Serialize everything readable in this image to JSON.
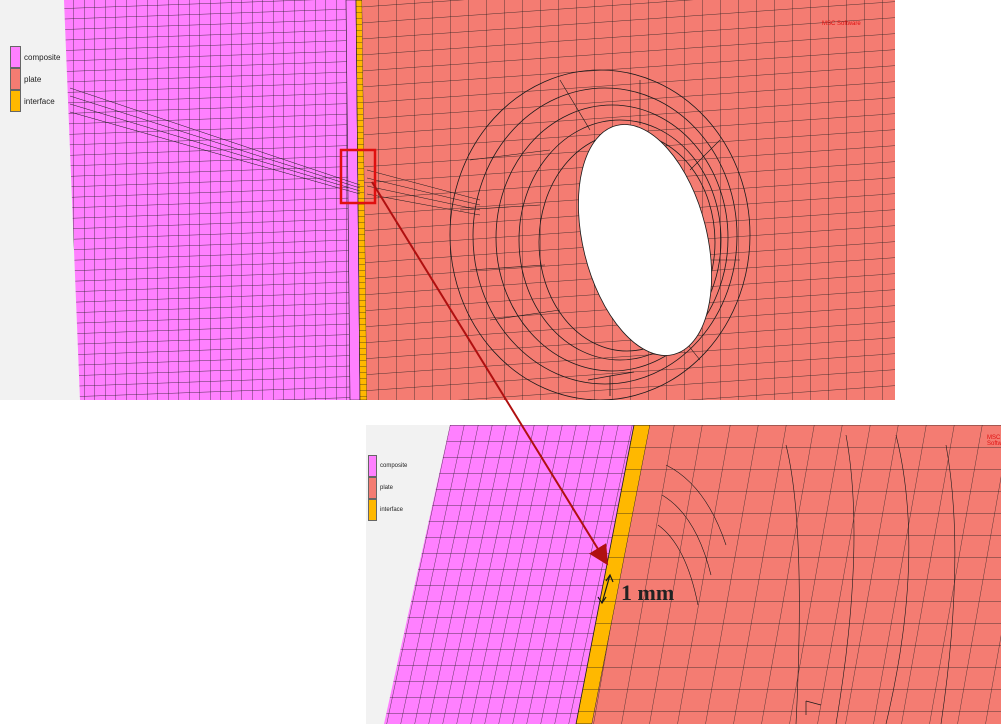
{
  "legend": {
    "items": [
      {
        "label": "composite",
        "color": "#ff80ff"
      },
      {
        "label": "plate",
        "color": "#f47c72"
      },
      {
        "label": "interface",
        "color": "#ffb800"
      }
    ]
  },
  "logo_text": "MSC Software",
  "dimension_label": "1 mm",
  "colors": {
    "composite": "#ff80ff",
    "plate": "#f47c72",
    "interface": "#ffb800",
    "mesh_line": "#1a1a1a",
    "callout": "#e01010",
    "arrow": "#b01010",
    "background": "#f2f2f2"
  }
}
